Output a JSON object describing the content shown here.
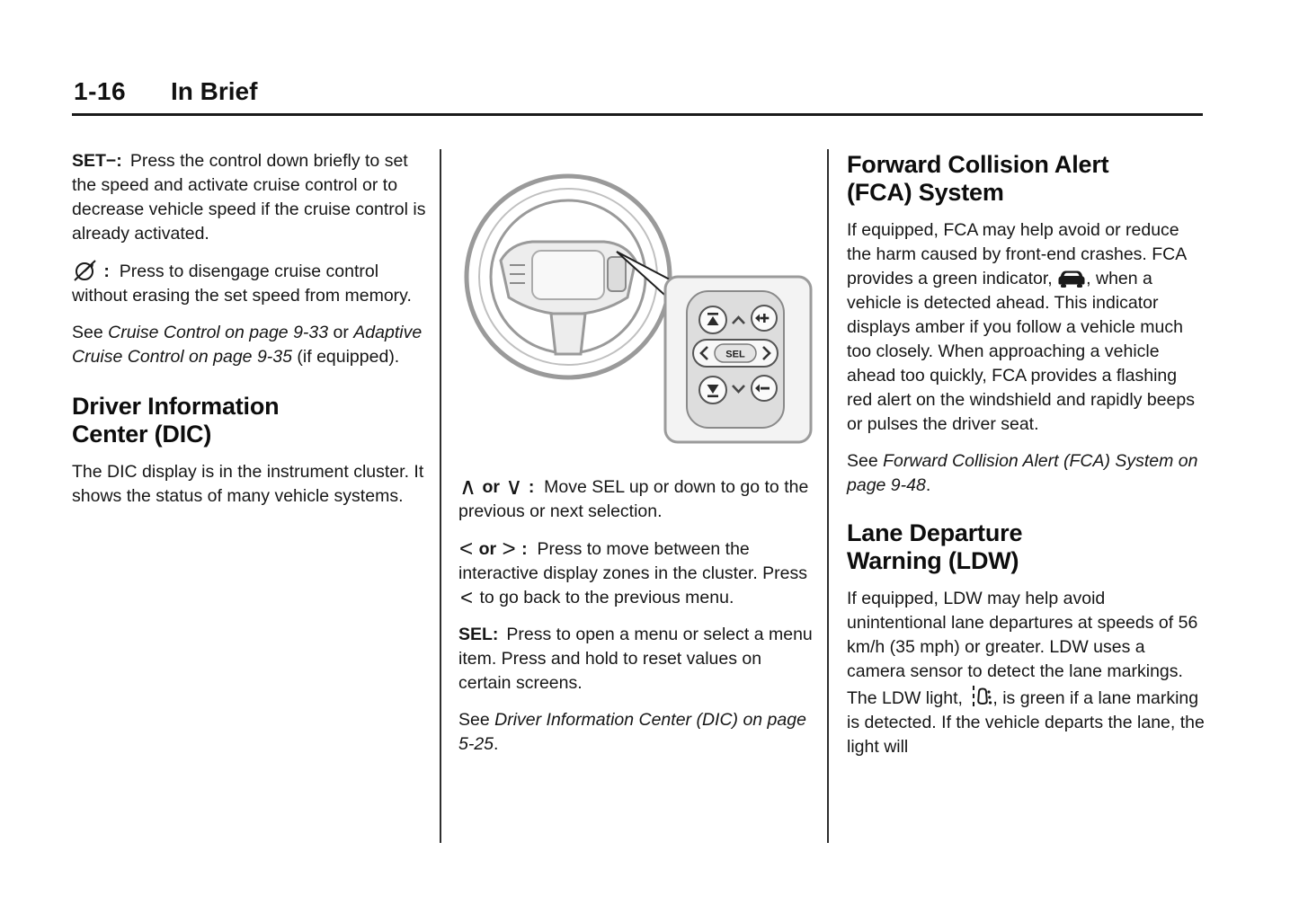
{
  "header": {
    "page_number": "1-16",
    "section_title": "In Brief"
  },
  "col1": {
    "set": {
      "label": "SET−:",
      "text": "Press the control down briefly to set the speed and activate cruise control or to decrease vehicle speed if the cruise control is already activated."
    },
    "cancel": {
      "icon": "cruise-cancel-icon",
      "colon": ":",
      "text": "Press to disengage cruise control without erasing the set speed from memory."
    },
    "see": {
      "prefix": "See",
      "ref1": "Cruise Control on page 9-33",
      "conj": "or",
      "ref2": "Adaptive Cruise Control on page 9-35",
      "suffix": "(if equipped)."
    },
    "dic_heading": [
      "Driver Information",
      "Center (DIC)"
    ],
    "dic_text": "The DIC display is in the instrument cluster. It shows the status of many vehicle systems."
  },
  "col2": {
    "updown": {
      "g1": "∧",
      "conj": "or",
      "g2": "∨",
      "colon": ":",
      "text": "Move SEL up or down to go to the previous or next selection."
    },
    "leftright": {
      "g1": "<",
      "conj": "or",
      "g2": ">",
      "colon": ":",
      "text_a": "Press to move between the interactive display zones in the cluster. Press",
      "glyph_mid": "<",
      "text_b": "to go back to the previous menu."
    },
    "sel": {
      "label": "SEL:",
      "text": "Press to open a menu or select a menu item. Press and hold to reset values on certain screens."
    },
    "see": {
      "prefix": "See",
      "ref": "Driver Information Center (DIC) on page 5-25",
      "suffix": "."
    }
  },
  "col3": {
    "fca_heading": [
      "Forward Collision Alert",
      "(FCA) System"
    ],
    "fca_text_a": "If equipped, FCA may help avoid or reduce the harm caused by front-end crashes. FCA provides a green indicator,",
    "fca_icon": "vehicle-ahead-indicator-icon",
    "fca_text_b": ", when a vehicle is detected ahead. This indicator displays amber if you follow a vehicle much too closely. When approaching a vehicle ahead too quickly, FCA provides a flashing red alert on the windshield and rapidly beeps or pulses the driver seat.",
    "fca_see": {
      "prefix": "See",
      "ref": "Forward Collision Alert (FCA) System on page 9-48",
      "suffix": "."
    },
    "ldw_heading": [
      "Lane Departure",
      "Warning (LDW)"
    ],
    "ldw_text_a": "If equipped, LDW may help avoid unintentional lane departures at speeds of 56 km/h (35 mph) or greater. LDW uses a camera sensor to detect the lane markings. The LDW light,",
    "ldw_icon": "lane-departure-indicator-icon",
    "ldw_text_b": ", is green if a lane marking is detected. If the vehicle departs the lane, the light will"
  },
  "figure": {
    "name": "steering-wheel-dic-controls",
    "sel_label": "SEL"
  }
}
